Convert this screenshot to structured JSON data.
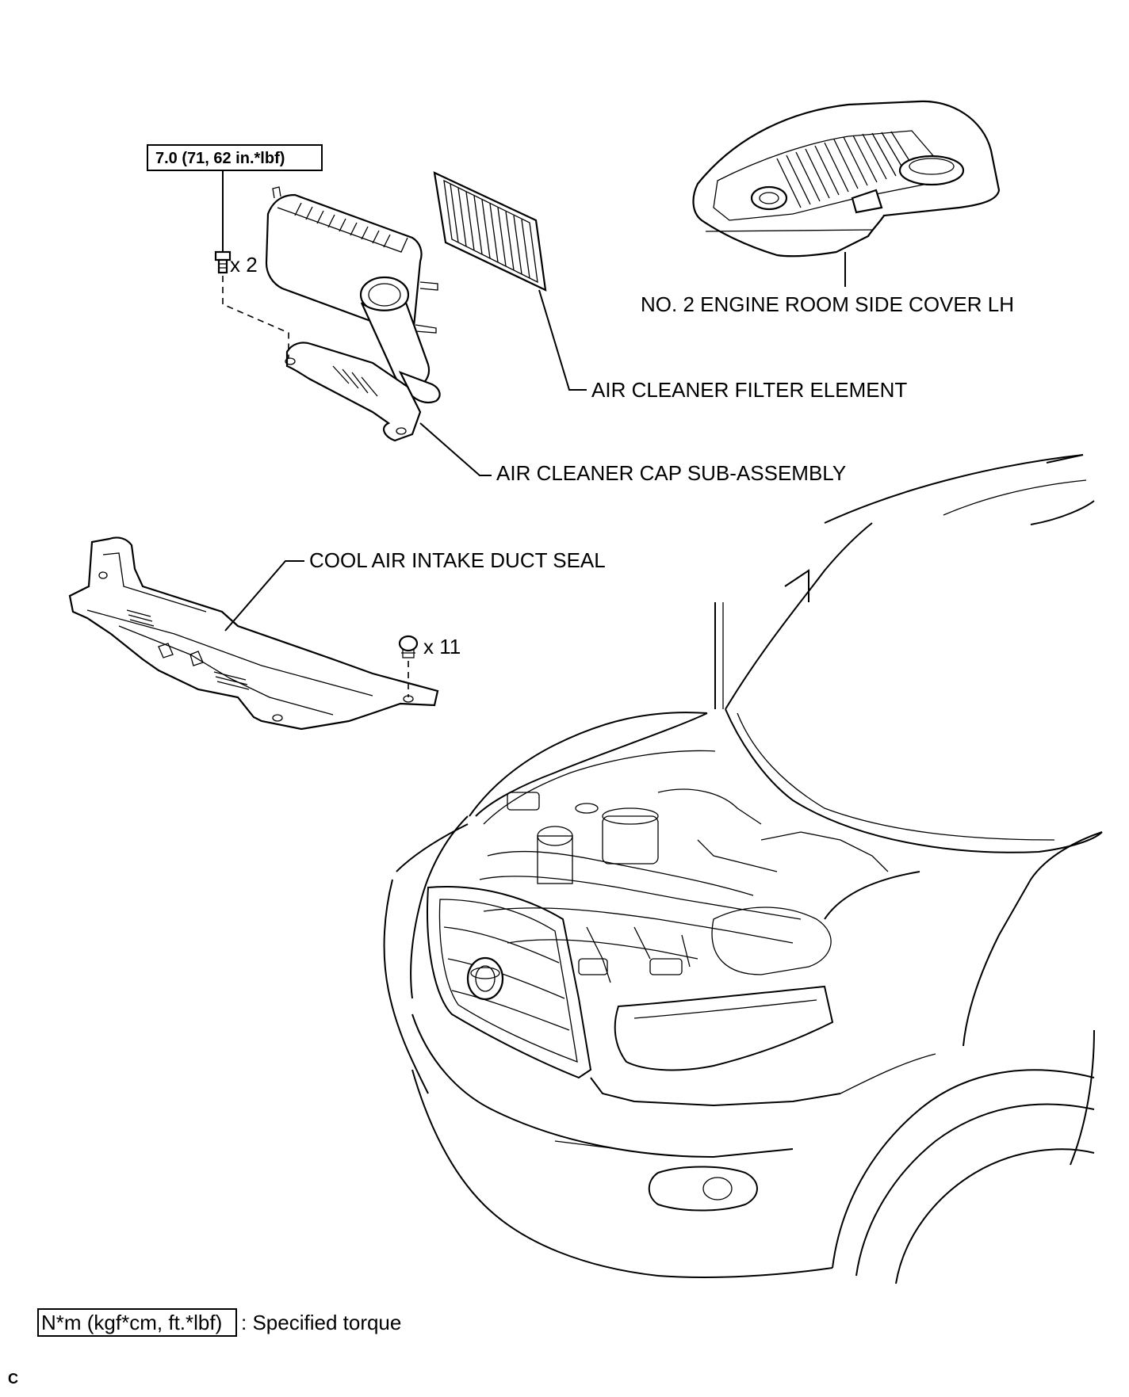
{
  "labels": {
    "engine_cover": "NO. 2 ENGINE ROOM SIDE COVER LH",
    "filter_element": "AIR CLEANER FILTER ELEMENT",
    "cap_assembly": "AIR CLEANER CAP SUB-ASSEMBLY",
    "duct_seal": "COOL AIR INTAKE DUCT SEAL"
  },
  "fasteners": {
    "bolt_qty": "x 2",
    "clip_qty": "x 11",
    "bolt_torque": "7.0 (71, 62 in.*lbf)"
  },
  "legend": {
    "box_text": "N*m (kgf*cm, ft.*lbf)",
    "description": ": Specified torque"
  },
  "corner_code": "C"
}
